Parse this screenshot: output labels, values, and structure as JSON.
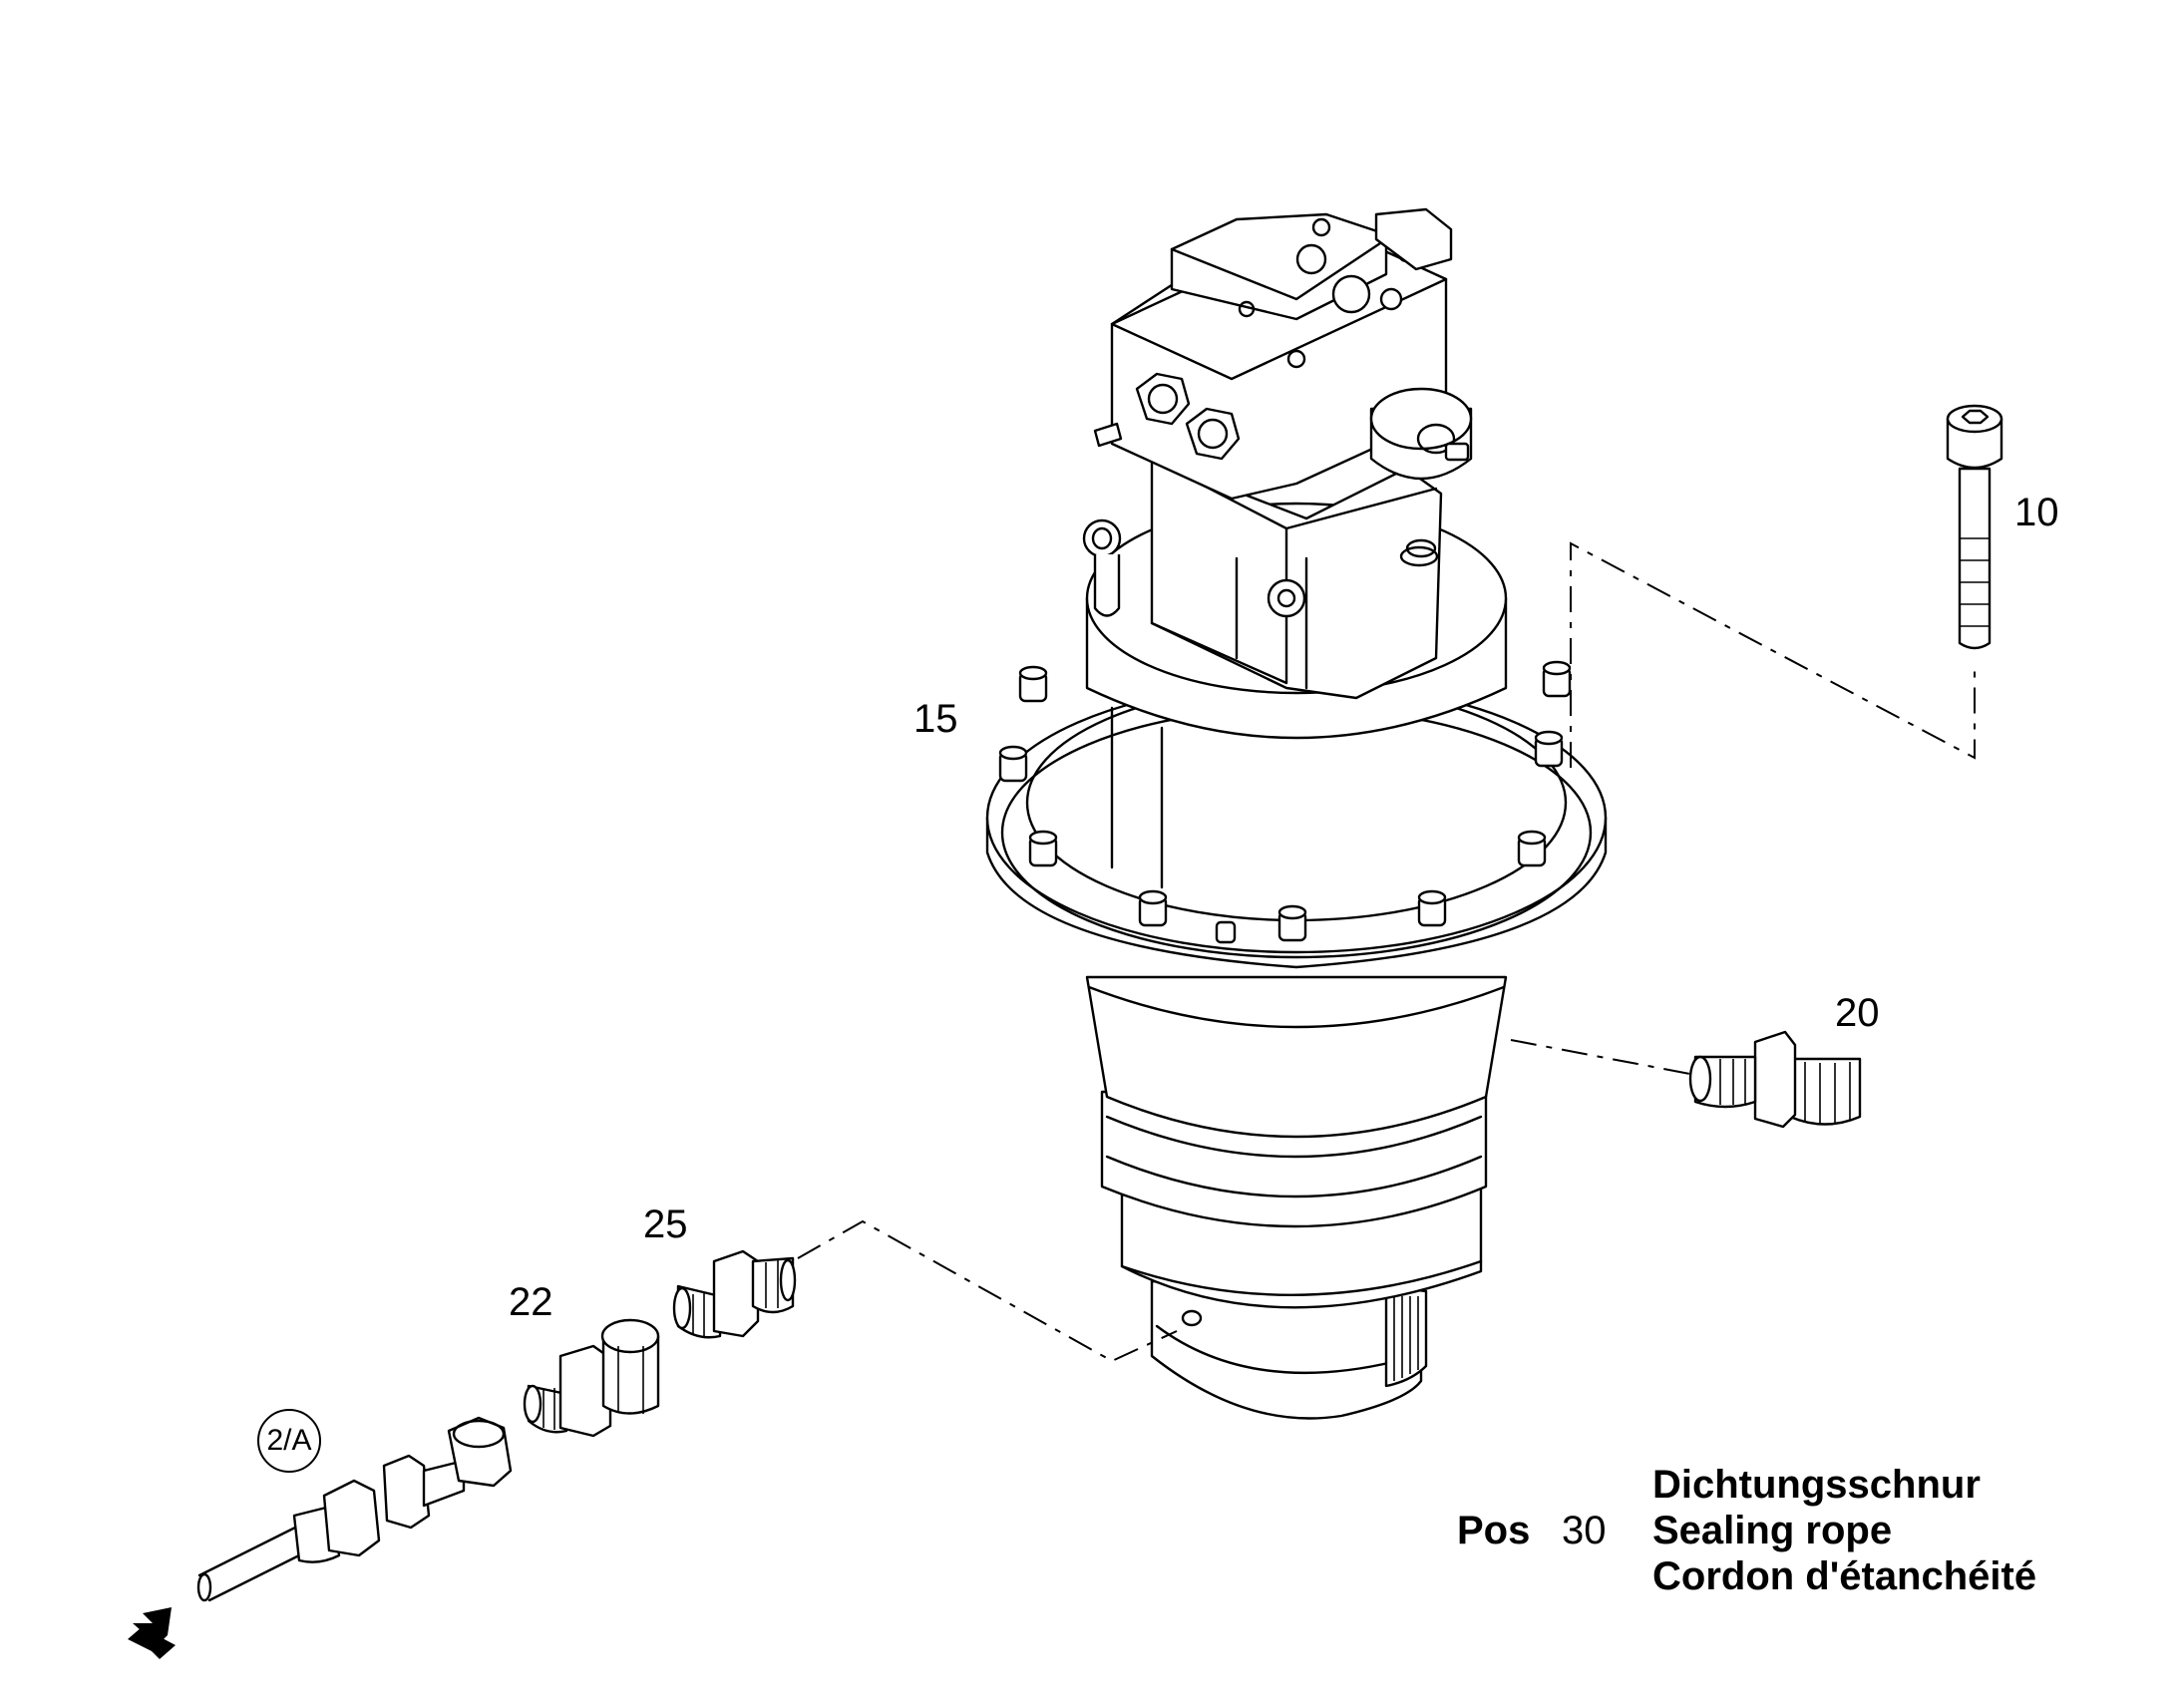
{
  "callouts": {
    "p10": "10",
    "p15": "15",
    "p20": "20",
    "p22": "22",
    "p25": "25"
  },
  "reference": {
    "label": "2/A"
  },
  "note": {
    "pos_label": "Pos",
    "pos_number": "30",
    "descriptions": [
      "Dichtungsschnur",
      "Sealing rope",
      "Cordon d'étanchéité"
    ]
  }
}
